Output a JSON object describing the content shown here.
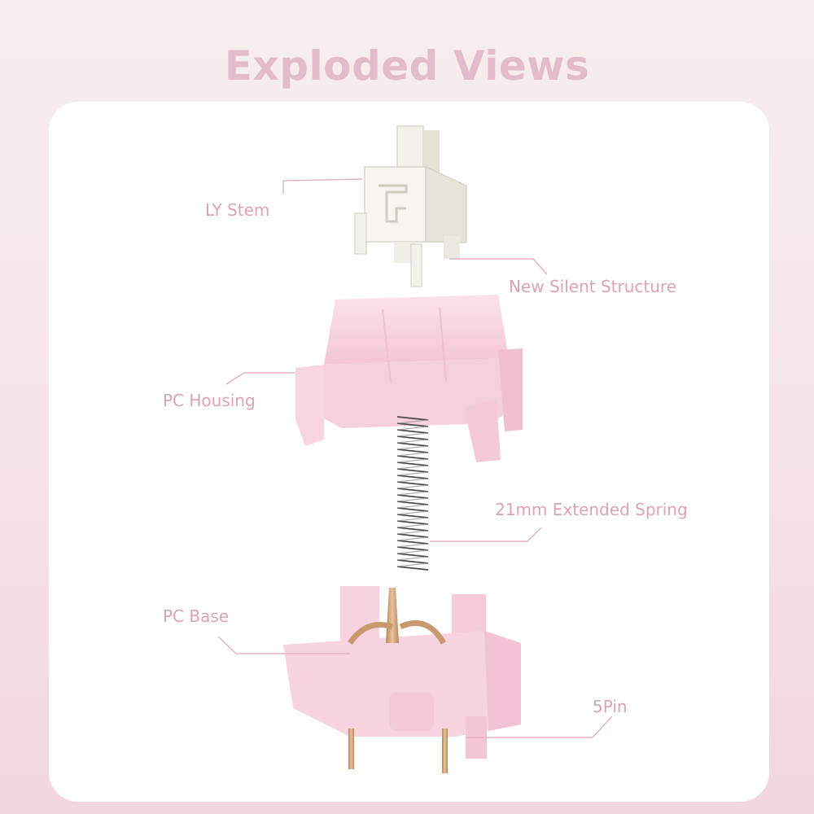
{
  "title": "Exploded Views",
  "labels": {
    "stem": "LY Stem",
    "silent": "New Silent Structure",
    "housing": "PC Housing",
    "spring": "21mm Extended Spring",
    "base": "PC Base",
    "pin": "5Pin"
  },
  "colors": {
    "title": "#e2bccb",
    "label": "#dca3b7",
    "housing": "#f6c8d8",
    "stem": "#f4f3ee",
    "pins": "#d1a27a"
  }
}
